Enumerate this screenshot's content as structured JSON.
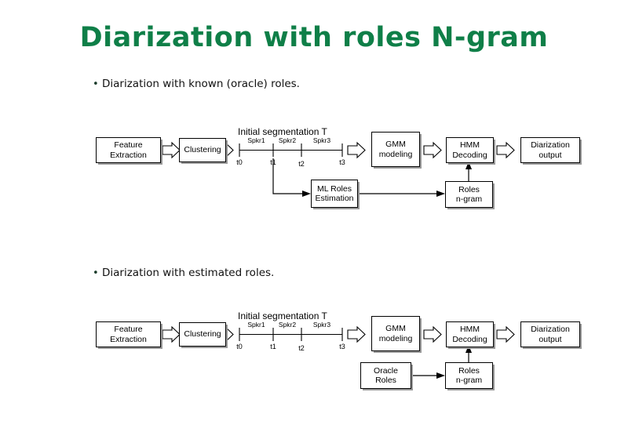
{
  "slide": {
    "title": "Diarization with roles N-gram",
    "title_color": "#0f7f48",
    "background": "#ffffff"
  },
  "bullets": [
    {
      "marker": "•",
      "text": "Diarization with known (oracle) roles."
    },
    {
      "marker": "•",
      "text": "Diarization with estimated roles."
    }
  ],
  "diagrams": [
    {
      "name": "oracle-roles-pipeline",
      "caption": "Initial segmentation T",
      "boxes": [
        {
          "id": "feature-extraction",
          "lines": [
            "Feature",
            "Extraction"
          ]
        },
        {
          "id": "clustering",
          "lines": [
            "Clustering"
          ]
        },
        {
          "id": "gmm-modeling",
          "lines": [
            "GMM",
            "modeling"
          ]
        },
        {
          "id": "hmm-decoding",
          "lines": [
            "HMM",
            "Decoding"
          ]
        },
        {
          "id": "diarization-output",
          "lines": [
            "Diarization",
            "output"
          ]
        },
        {
          "id": "ml-roles-estimation",
          "lines": [
            "ML Roles",
            "Estimation"
          ]
        },
        {
          "id": "roles-n-gram",
          "lines": [
            "Roles",
            "n-gram"
          ]
        }
      ],
      "timeline": {
        "segments": [
          "Spkr1",
          "Spkr2",
          "Spkr3"
        ],
        "ticks": [
          "t0",
          "t1",
          "t2",
          "t3"
        ]
      }
    },
    {
      "name": "estimated-roles-pipeline",
      "caption": "Initial segmentation T",
      "boxes": [
        {
          "id": "feature-extraction",
          "lines": [
            "Feature",
            "Extraction"
          ]
        },
        {
          "id": "clustering",
          "lines": [
            "Clustering"
          ]
        },
        {
          "id": "gmm-modeling",
          "lines": [
            "GMM",
            "modeling"
          ]
        },
        {
          "id": "hmm-decoding",
          "lines": [
            "HMM",
            "Decoding"
          ]
        },
        {
          "id": "diarization-output",
          "lines": [
            "Diarization",
            "output"
          ]
        },
        {
          "id": "oracle-roles",
          "lines": [
            "Oracle",
            "Roles"
          ]
        },
        {
          "id": "roles-n-gram",
          "lines": [
            "Roles",
            "n-gram"
          ]
        }
      ],
      "timeline": {
        "segments": [
          "Spkr1",
          "Spkr2",
          "Spkr3"
        ],
        "ticks": [
          "t0",
          "t1",
          "t2",
          "t3"
        ]
      }
    }
  ]
}
